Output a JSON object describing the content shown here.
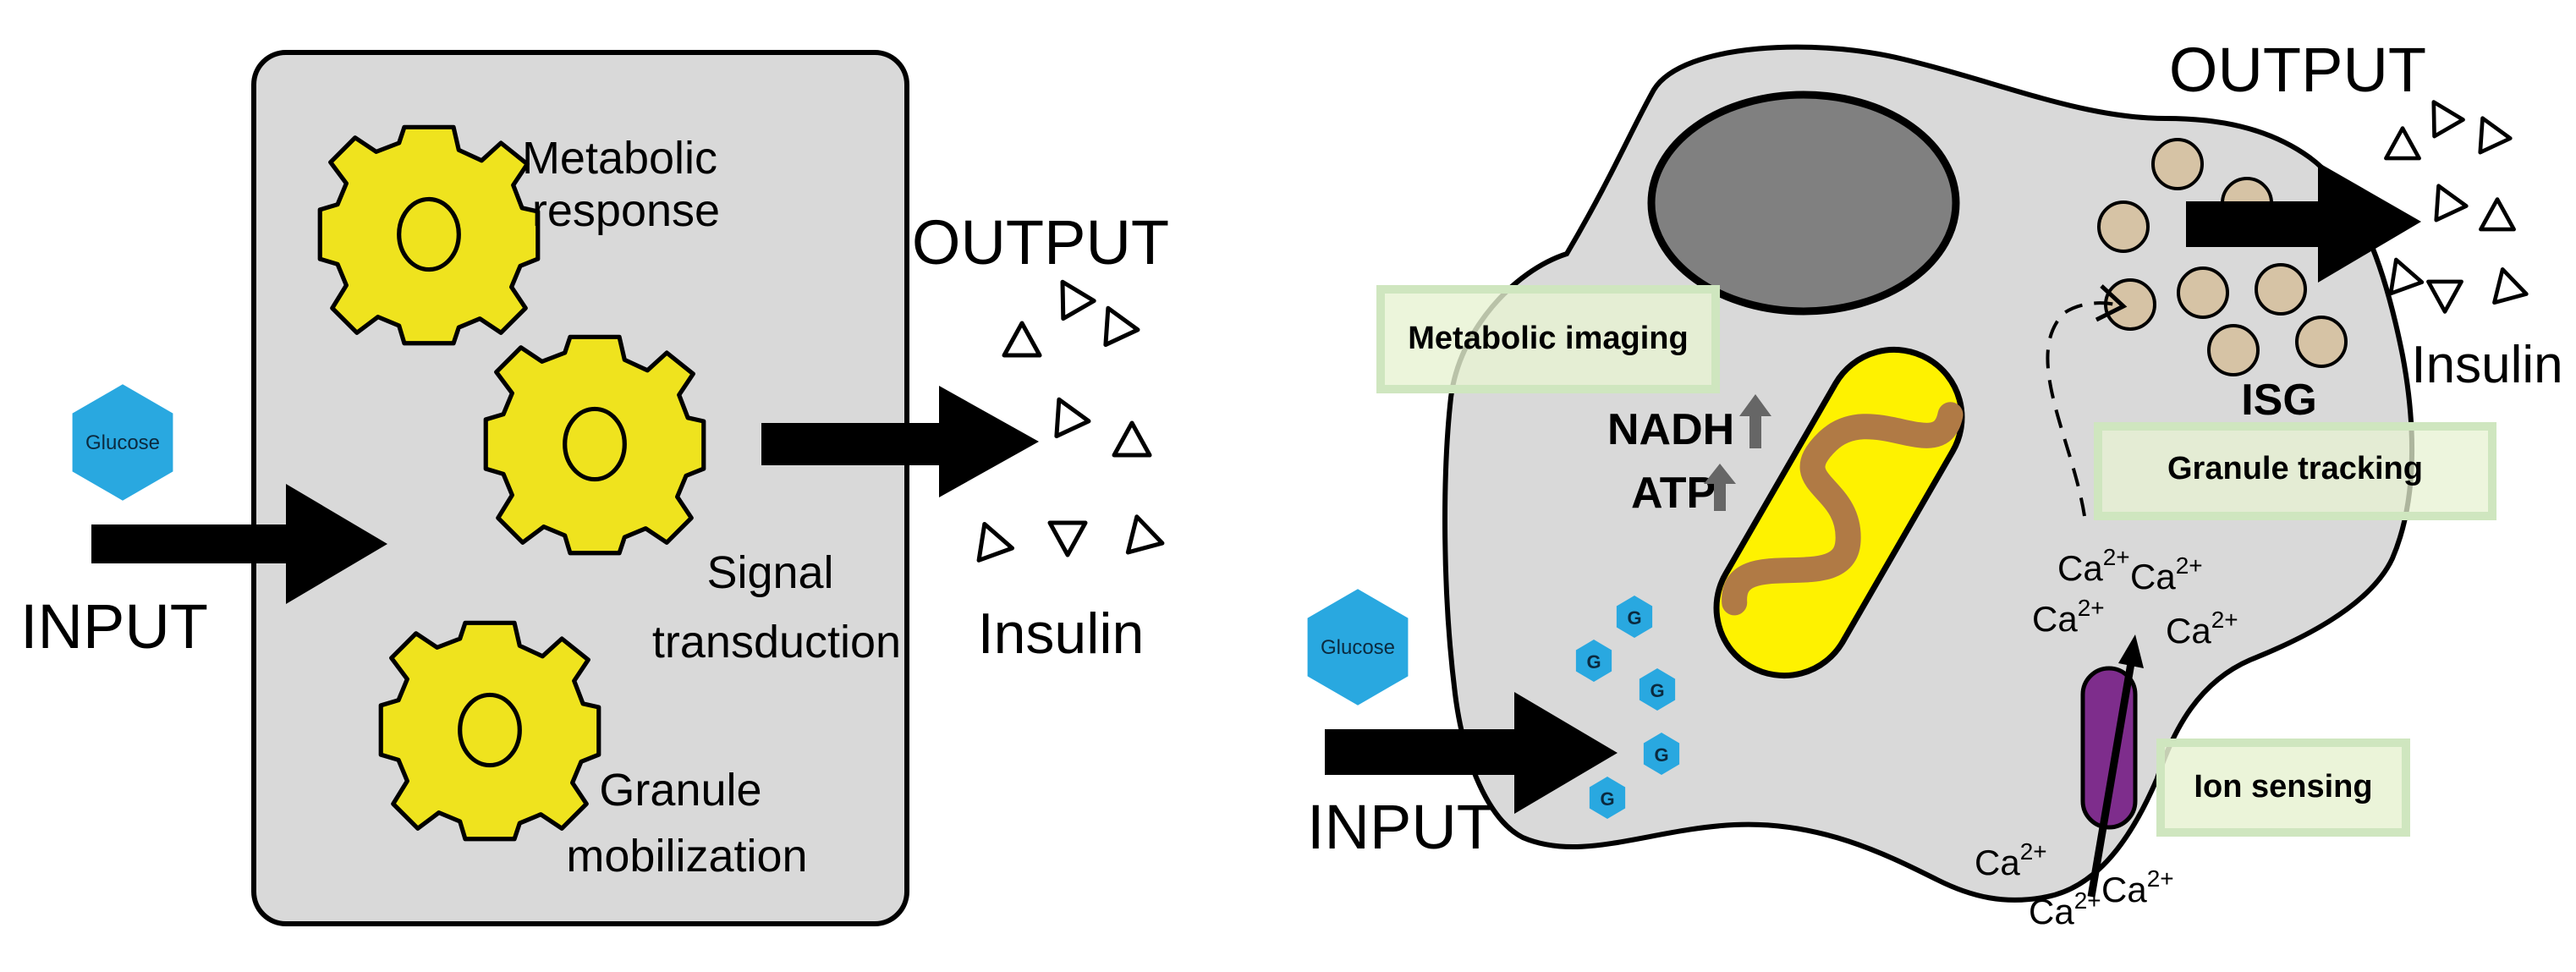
{
  "left_panel": {
    "input_label": "INPUT",
    "output_label": "OUTPUT",
    "glucose_label": "Glucose",
    "insulin_label": "Insulin",
    "gears": [
      {
        "label_line1": "Metabolic",
        "label_line2": "response"
      },
      {
        "label_line1": "Signal",
        "label_line2": "transduction"
      },
      {
        "label_line1": "Granule",
        "label_line2": "mobilization"
      }
    ]
  },
  "right_panel": {
    "input_label": "INPUT",
    "output_label": "OUTPUT",
    "glucose_label": "Glucose",
    "insulin_label": "Insulin",
    "glucose_small_label": "G",
    "nadh_label": "NADH",
    "atp_label": "ATP",
    "isg_label": "ISG",
    "calcium_base": "Ca",
    "calcium_charge": "2+",
    "boxes": {
      "metabolic_imaging": "Metabolic imaging",
      "granule_tracking": "Granule tracking",
      "ion_sensing": "Ion sensing"
    }
  },
  "colors": {
    "cell_fill": "#d9d9d9",
    "gear_fill": "#efe31e",
    "glucose_fill": "#29a8e0",
    "mitochondrion_fill": "#fef200",
    "mito_crista": "#b07a45",
    "granule_fill": "#d6c3a5",
    "channel_fill": "#7e2d8c",
    "nucleus_fill": "#808080",
    "label_box_fill": "#e7f2d2"
  }
}
